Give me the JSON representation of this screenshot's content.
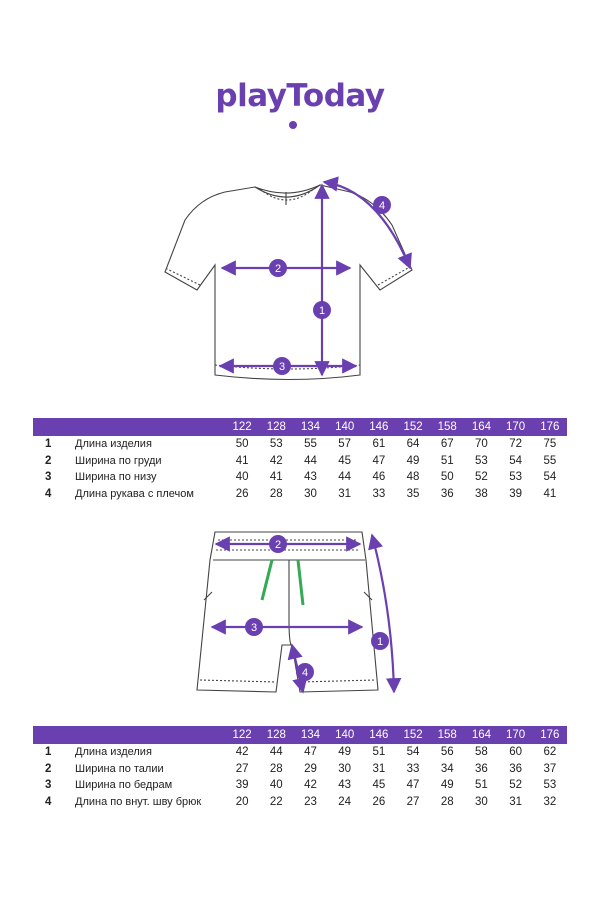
{
  "brand": {
    "logo_text": "playToday",
    "accent_color": "#6a3fb0"
  },
  "tshirt": {
    "markers": [
      "1",
      "2",
      "3",
      "4"
    ],
    "table": {
      "sizes": [
        "122",
        "128",
        "134",
        "140",
        "146",
        "152",
        "158",
        "164",
        "170",
        "176"
      ],
      "rows": [
        {
          "num": "1",
          "label": "Длина изделия",
          "values": [
            "50",
            "53",
            "55",
            "57",
            "61",
            "64",
            "67",
            "70",
            "72",
            "75"
          ]
        },
        {
          "num": "2",
          "label": "Ширина по груди",
          "values": [
            "41",
            "42",
            "44",
            "45",
            "47",
            "49",
            "51",
            "53",
            "54",
            "55"
          ]
        },
        {
          "num": "3",
          "label": "Ширина по низу",
          "values": [
            "40",
            "41",
            "43",
            "44",
            "46",
            "48",
            "50",
            "52",
            "53",
            "54"
          ]
        },
        {
          "num": "4",
          "label": "Длина рукава с плечом",
          "values": [
            "26",
            "28",
            "30",
            "31",
            "33",
            "35",
            "36",
            "38",
            "39",
            "41"
          ]
        }
      ]
    }
  },
  "shorts": {
    "markers": [
      "1",
      "2",
      "3",
      "4"
    ],
    "table": {
      "sizes": [
        "122",
        "128",
        "134",
        "140",
        "146",
        "152",
        "158",
        "164",
        "170",
        "176"
      ],
      "rows": [
        {
          "num": "1",
          "label": "Длина изделия",
          "values": [
            "42",
            "44",
            "47",
            "49",
            "51",
            "54",
            "56",
            "58",
            "60",
            "62"
          ]
        },
        {
          "num": "2",
          "label": "Ширина по талии",
          "values": [
            "27",
            "28",
            "29",
            "30",
            "31",
            "33",
            "34",
            "36",
            "36",
            "37"
          ]
        },
        {
          "num": "3",
          "label": "Ширина по бедрам",
          "values": [
            "39",
            "40",
            "42",
            "43",
            "45",
            "47",
            "49",
            "51",
            "52",
            "53"
          ]
        },
        {
          "num": "4",
          "label": "Длина по внут. шву брюк",
          "values": [
            "20",
            "22",
            "23",
            "24",
            "26",
            "27",
            "28",
            "30",
            "31",
            "32"
          ]
        }
      ]
    }
  }
}
